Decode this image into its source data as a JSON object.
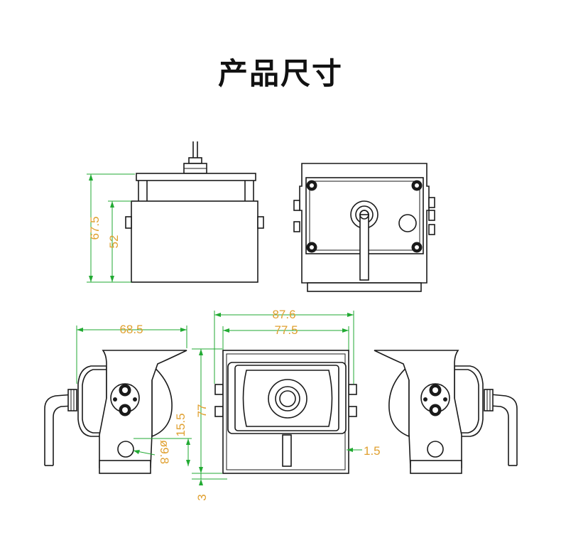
{
  "title": "产品尺寸",
  "dimensions": {
    "top_view_height_total": "67.5",
    "top_view_height_body": "52",
    "front_width_total": "87.6",
    "front_width_body": "77.5",
    "side_depth": "68.5",
    "front_height": "77",
    "side_hole_offset": "15.5",
    "hole_diameter": "ø9.8",
    "base_offset": "3",
    "visor_offset": "1.5"
  },
  "colors": {
    "dimension_line": "#22aa33",
    "dimension_text": "#e0a030",
    "drawing": "#1a1a1a"
  }
}
